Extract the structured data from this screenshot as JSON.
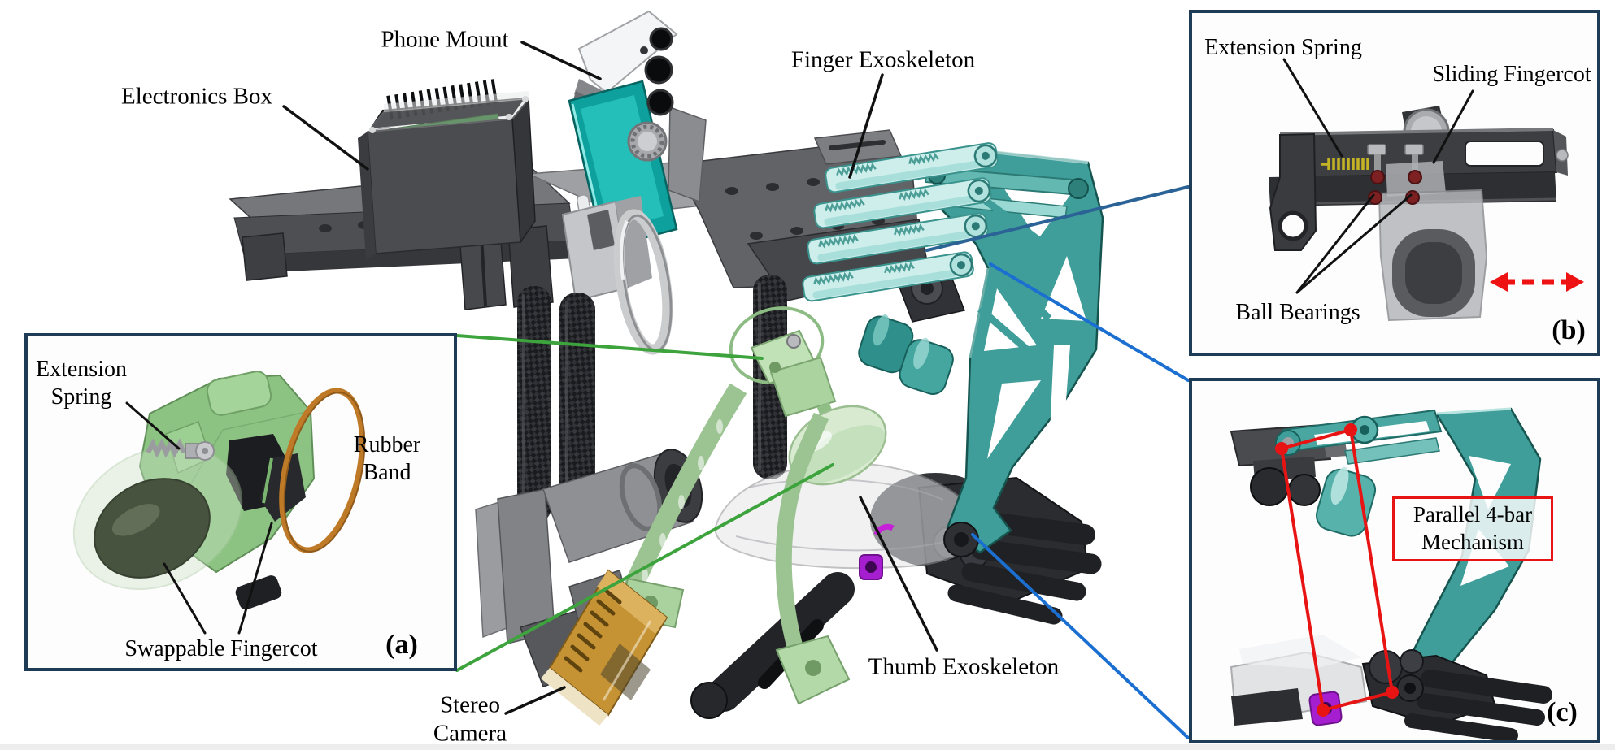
{
  "colors": {
    "inset_border": "#1e3c55",
    "leader_blue": "#1a6fd0",
    "leader_blue_dark": "#2b6396",
    "leader_green": "#3da33c",
    "annotation_red": "#e81414",
    "exoskeleton_teal": "#3f9e99",
    "exoskeleton_light_cyan": "#cdeeeb",
    "thumb_exo_green": "#9cc492",
    "phone_case_teal": "#0da09c",
    "stereo_camera_gold": "#c59334",
    "purple_accent": "#a51fd0",
    "spring_yellow": "#c4b324",
    "rubber_band_orange": "#bf7a28"
  },
  "main": {
    "labels": {
      "phone_mount": "Phone Mount",
      "electronics_box": "Electronics Box",
      "finger_exoskeleton": "Finger Exoskeleton",
      "stereo_camera_line1": "Stereo",
      "stereo_camera_line2": "Camera",
      "thumb_exoskeleton": "Thumb Exoskeleton"
    }
  },
  "inset_a": {
    "panel_letter": "(a)",
    "labels": {
      "extension_spring_line1": "Extension",
      "extension_spring_line2": "Spring",
      "rubber_band_line1": "Rubber",
      "rubber_band_line2": "Band",
      "swappable_fingercot": "Swappable Fingercot"
    }
  },
  "inset_b": {
    "panel_letter": "(b)",
    "labels": {
      "extension_spring": "Extension Spring",
      "sliding_fingercot": "Sliding Fingercot",
      "ball_bearings": "Ball Bearings"
    }
  },
  "inset_c": {
    "panel_letter": "(c)",
    "labels": {
      "parallel_mechanism_line1": "Parallel 4-bar",
      "parallel_mechanism_line2": "Mechanism"
    }
  }
}
